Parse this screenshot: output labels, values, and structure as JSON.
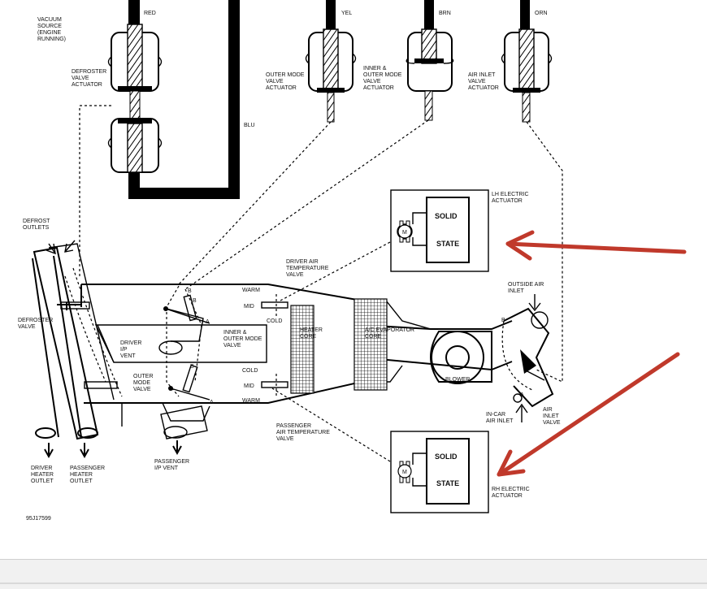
{
  "labels": {
    "vacuum_source": [
      "VACUUM",
      "SOURCE",
      "(ENGINE",
      "RUNNING)"
    ],
    "wire_red": "RED",
    "wire_yel": "YEL",
    "wire_brn": "BRN",
    "wire_orn": "ORN",
    "wire_blu": "BLU",
    "defroster_valve_actuator": [
      "DEFROSTER",
      "VALVE",
      "ACTUATOR"
    ],
    "outer_mode_valve_actuator": [
      "OUTER MODE",
      "VALVE",
      "ACTUATOR"
    ],
    "inner_outer_mode_valve_actuator": [
      "INNER &",
      "OUTER MODE",
      "VALVE",
      "ACTUATOR"
    ],
    "air_inlet_valve_actuator": [
      "AIR INLET",
      "VALVE",
      "ACTUATOR"
    ],
    "lh_electric_actuator": [
      "LH ELECTRIC",
      "ACTUATOR"
    ],
    "rh_electric_actuator": [
      "RH ELECTRIC",
      "ACTUATOR"
    ],
    "solid": "SOLID",
    "state": "STATE",
    "motor": "M",
    "defrost_outlets": [
      "DEFROST",
      "OUTLETS"
    ],
    "defroster_valve": [
      "DEFROSTER",
      "VALVE"
    ],
    "driver_ip_vent": [
      "DRIVER",
      "I/P",
      "VENT"
    ],
    "outer_mode_valve": [
      "OUTER",
      "MODE",
      "VALVE"
    ],
    "inner_outer_mode_valve": [
      "INNER &",
      "OUTER MODE",
      "VALVE"
    ],
    "driver_air_temp_valve": [
      "DRIVER AIR",
      "TEMPERATURE",
      "VALVE"
    ],
    "passenger_air_temp_valve": [
      "PASSENGER",
      "AIR TEMPERATURE",
      "VALVE"
    ],
    "warm": "WARM",
    "mid": "MID",
    "cold": "COLD",
    "heater_core": [
      "HEATER",
      "CORE"
    ],
    "ac_evaporator_core": [
      "A/C EVAPORATOR",
      "CORE"
    ],
    "blower": "BLOWER",
    "outside_air_inlet": [
      "OUTSIDE AIR",
      "INLET"
    ],
    "in_car_air_inlet": [
      "IN-CAR",
      "AIR INLET"
    ],
    "air_inlet_valve": [
      "AIR",
      "INLET",
      "VALVE"
    ],
    "driver_heater_outlet": [
      "DRIVER",
      "HEATER",
      "OUTLET"
    ],
    "passenger_heater_outlet": [
      "PASSENGER",
      "HEATER",
      "OUTLET"
    ],
    "passenger_ip_vent": [
      "PASSENGER",
      "I/P VENT"
    ],
    "letter_a": "A",
    "letter_b": "B",
    "figure_id": "95J17599"
  },
  "colors": {
    "arrow": "#c0392b",
    "ink": "#000000"
  }
}
